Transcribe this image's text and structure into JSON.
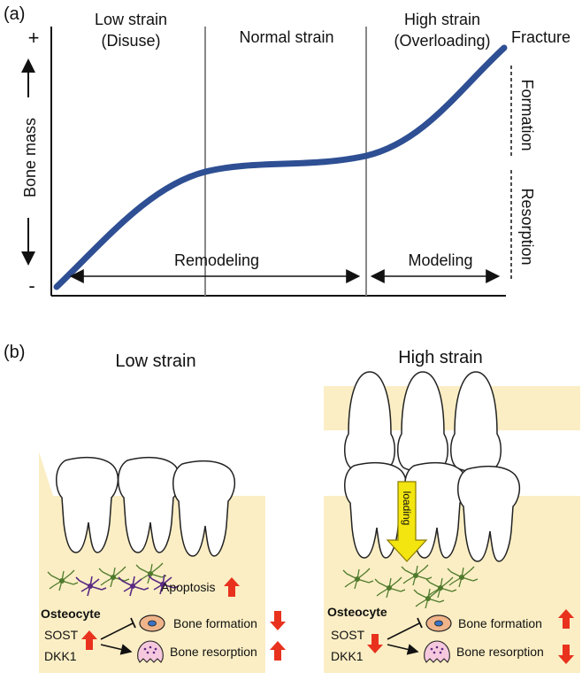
{
  "panel_a": {
    "tag": "(a)",
    "region_low_line1": "Low strain",
    "region_low_line2": "(Disuse)",
    "region_normal": "Normal strain",
    "region_high_line1": "High strain",
    "region_high_line2": "(Overloading)",
    "fracture": "Fracture",
    "formation": "Formation",
    "resorption": "Resorption",
    "y_axis_label": "Bone mass",
    "y_plus": "+",
    "y_minus": "-",
    "remodeling": "Remodeling",
    "modeling": "Modeling",
    "curve_color": "#2e4f93"
  },
  "panel_b": {
    "tag": "(b)",
    "low": {
      "title": "Low strain",
      "apoptosis": "Apoptosis",
      "osteocyte": "Osteocyte",
      "sost": "SOST",
      "dkk1": "DKK1",
      "bone_formation": "Bone formation",
      "bone_resorption": "Bone resorption"
    },
    "high": {
      "title": "High strain",
      "loading": "loading",
      "osteocyte": "Osteocyte",
      "sost": "SOST",
      "dkk1": "DKK1",
      "bone_formation": "Bone formation",
      "bone_resorption": "Bone resorption"
    },
    "colors": {
      "bone": "#fbeec4",
      "arrow_red": "#e8321e",
      "loading_arrow": "#f3e50f",
      "osteocyte_green": "#4f7a2c",
      "apoptotic_purple": "#5b2a83",
      "cell_orange": "#f0b48a",
      "nucleus_blue": "#3b73c4",
      "osteoclast_pink": "#f5c8dd"
    }
  }
}
